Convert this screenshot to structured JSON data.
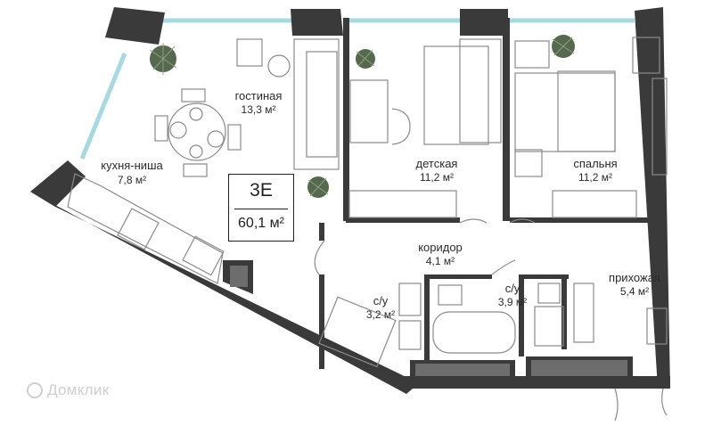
{
  "plan": {
    "code": "3E",
    "total_area": "60,1 м²"
  },
  "rooms": {
    "living": {
      "name": "гостиная",
      "area": "13,3 м²"
    },
    "kitchen": {
      "name": "кухня-ниша",
      "area": "7,8 м²"
    },
    "kids": {
      "name": "детская",
      "area": "11,2 м²"
    },
    "bedroom": {
      "name": "спальня",
      "area": "11,2 м²"
    },
    "corridor": {
      "name": "коридор",
      "area": "4,1 м²"
    },
    "bath1": {
      "name": "с/у",
      "area": "3,2 м²"
    },
    "bath2": {
      "name": "с/у",
      "area": "3,9 м²"
    },
    "hall": {
      "name": "прихожая",
      "area": "5,4 м²"
    }
  },
  "watermark": "Домклик",
  "colors": {
    "wall": "#3a3a3a",
    "window": "#a9d9e0",
    "plant": "#56694f",
    "furniture": "#8a8a8a",
    "text": "#2b2b2b"
  }
}
